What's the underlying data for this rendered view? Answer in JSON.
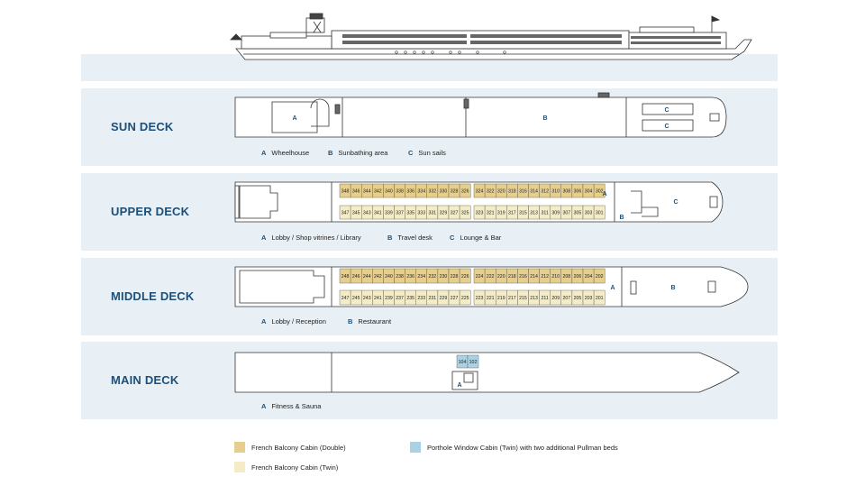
{
  "colors": {
    "band": "#e8f0f5",
    "title": "#1d4f79",
    "double": "#e6cf8d",
    "twin": "#f3ecc6",
    "porthole": "#a9d3e5",
    "outline": "#333333"
  },
  "sun_deck": {
    "title": "SUN DECK",
    "map_labels": {
      "a": "A",
      "b": "B",
      "c1": "C",
      "c2": "C"
    },
    "legend": [
      {
        "letter": "A",
        "text": "Wheelhouse"
      },
      {
        "letter": "B",
        "text": "Sunbathing area"
      },
      {
        "letter": "C",
        "text": "Sun sails"
      }
    ]
  },
  "upper_deck": {
    "title": "UPPER DECK",
    "map_labels": {
      "a": "A",
      "b": "B",
      "c": "C"
    },
    "top_fwd": [
      "348",
      "346",
      "344",
      "342",
      "340",
      "338",
      "336",
      "334",
      "332",
      "330",
      "328",
      "326"
    ],
    "top_aft": [
      "324",
      "322",
      "320",
      "318",
      "316",
      "314",
      "312",
      "310",
      "308",
      "306",
      "304",
      "302"
    ],
    "bot_fwd": [
      "347",
      "345",
      "343",
      "341",
      "339",
      "337",
      "335",
      "333",
      "331",
      "329",
      "327",
      "325"
    ],
    "bot_aft": [
      "323",
      "321",
      "319",
      "317",
      "315",
      "313",
      "311",
      "309",
      "307",
      "305",
      "303",
      "301"
    ],
    "legend": [
      {
        "letter": "A",
        "text": "Lobby / Shop vitrines / Library"
      },
      {
        "letter": "B",
        "text": "Travel desk"
      },
      {
        "letter": "C",
        "text": "Lounge & Bar"
      }
    ]
  },
  "middle_deck": {
    "title": "MIDDLE DECK",
    "map_labels": {
      "a": "A",
      "b": "B"
    },
    "top_fwd": [
      "248",
      "246",
      "244",
      "242",
      "240",
      "238",
      "236",
      "234",
      "232",
      "230",
      "228",
      "226"
    ],
    "top_aft": [
      "224",
      "222",
      "220",
      "218",
      "216",
      "214",
      "212",
      "210",
      "208",
      "206",
      "204",
      "202"
    ],
    "bot_fwd": [
      "247",
      "245",
      "243",
      "241",
      "239",
      "237",
      "235",
      "233",
      "231",
      "229",
      "227",
      "225"
    ],
    "bot_aft": [
      "223",
      "221",
      "219",
      "217",
      "215",
      "213",
      "211",
      "209",
      "207",
      "205",
      "203",
      "201"
    ],
    "legend": [
      {
        "letter": "A",
        "text": "Lobby / Reception"
      },
      {
        "letter": "B",
        "text": "Restaurant"
      }
    ]
  },
  "main_deck": {
    "title": "MAIN DECK",
    "map_labels": {
      "a": "A"
    },
    "cabins": [
      "104",
      "102"
    ],
    "legend": [
      {
        "letter": "A",
        "text": "Fitness & Sauna"
      }
    ]
  },
  "key": {
    "double": "French Balcony Cabin (Double)",
    "twin": "French Balcony Cabin (Twin)",
    "porthole": "Porthole Window Cabin (Twin) with two additional Pullman beds"
  }
}
